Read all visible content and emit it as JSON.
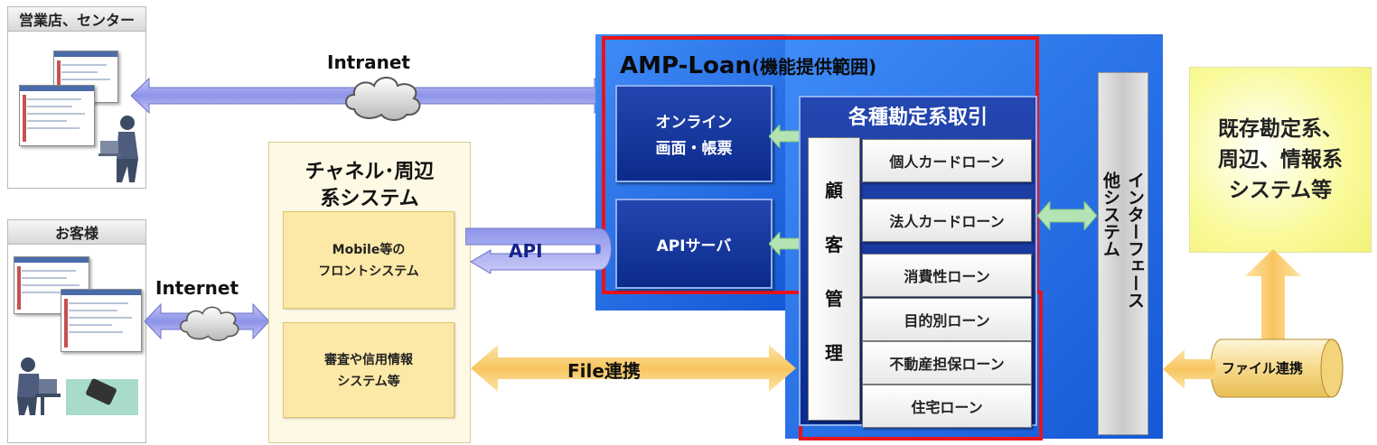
{
  "branch_panel": {
    "title": "営業店、センター"
  },
  "customer_panel": {
    "title": "お客様"
  },
  "network": {
    "intranet": "Intranet",
    "internet": "Internet"
  },
  "channel_system": {
    "title_line1": "チャネル･周辺",
    "title_line2": "系システム",
    "mobile_line1": "Mobile等の",
    "mobile_line2": "フロントシステム",
    "credit_line1": "審査や信用情報",
    "credit_line2": "システム等"
  },
  "amp": {
    "title": "AMP-Loan",
    "title_sub": "(機能提供範囲)",
    "online_line1": "オンライン",
    "online_line2": "画面・帳票",
    "api_server": "APIサーバ",
    "transactions_title": "各種勘定系取引",
    "customer_mgmt": [
      "顧",
      "客",
      "管",
      "理"
    ],
    "loans": [
      "個人カードローン",
      "法人カードローン",
      "消費性ローン",
      "目的別ローン",
      "不動産担保ローン",
      "住宅ローン"
    ]
  },
  "interface": {
    "line1": "他システム",
    "line2": "インターフェース"
  },
  "existing_system": {
    "line1": "既存勘定系、",
    "line2": "周辺、情報系",
    "line3": "システム等"
  },
  "connections": {
    "api": "API",
    "file_link": "File連携",
    "file_link_jp": "ファイル連携"
  },
  "colors": {
    "amp_bg": "#1f6fe8",
    "highlight_red": "#e8141c",
    "yellow": "#fde9a7",
    "existing_yellow": "#ffff99"
  }
}
